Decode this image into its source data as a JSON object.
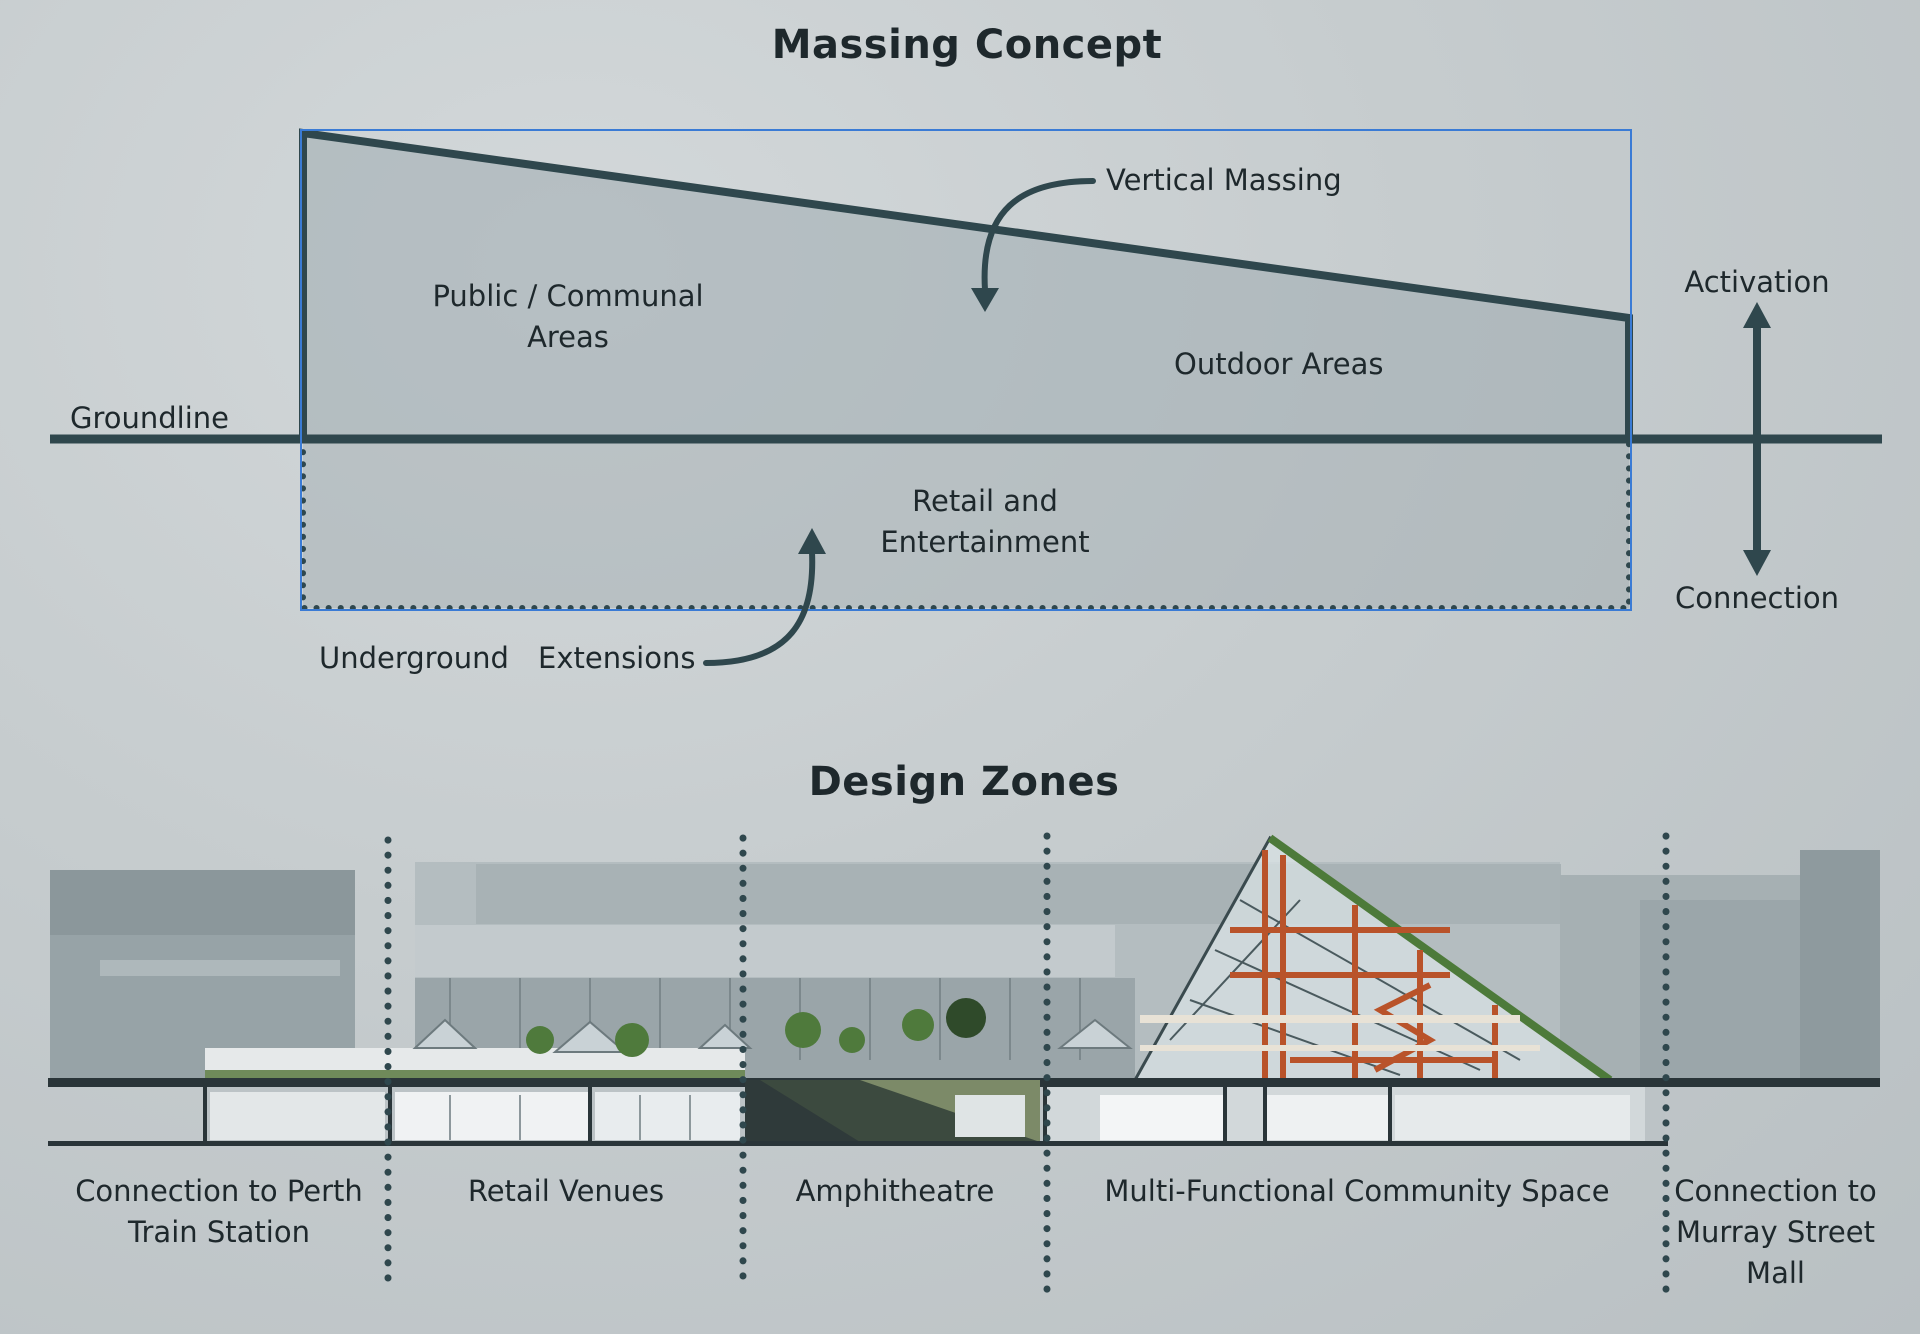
{
  "massing": {
    "title": "Massing Concept",
    "labels": {
      "vertical_massing": "Vertical Massing",
      "public_line1": "Public / Communal",
      "public_line2": "Areas",
      "outdoor": "Outdoor Areas",
      "groundline": "Groundline",
      "retail_line1": "Retail and",
      "retail_line2": "Entertainment",
      "underground": "Underground",
      "extensions": "Extensions",
      "activation": "Activation",
      "connection": "Connection"
    }
  },
  "zones": {
    "title": "Design Zones",
    "items": [
      {
        "line1": "Connection to Perth",
        "line2": "Train Station"
      },
      {
        "line1": "Retail Venues"
      },
      {
        "line1": "Amphitheatre"
      },
      {
        "line1": "Multi-Functional Community Space"
      },
      {
        "line1": "Connection to",
        "line2": "Murray Street",
        "line3": "Mall"
      }
    ]
  },
  "colors": {
    "dark": "#2f474d",
    "mass_fill": "#9fabb0",
    "selection": "#3a7bd5",
    "steel": "#b9532a"
  }
}
